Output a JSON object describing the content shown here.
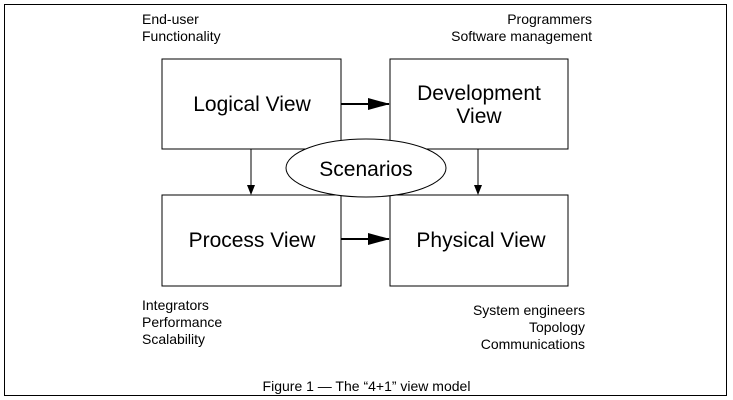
{
  "views": {
    "logical": "Logical View",
    "development_line1": "Development",
    "development_line2": "View",
    "process": "Process View",
    "physical": "Physical View",
    "scenarios": "Scenarios"
  },
  "annotations": {
    "logical": [
      "End-user",
      "Functionality"
    ],
    "development": [
      "Programmers",
      "Software management"
    ],
    "process": [
      "Integrators",
      "Performance",
      "Scalability"
    ],
    "physical": [
      "System engineers",
      "Topology",
      "Communications"
    ]
  },
  "caption": "Figure 1 — The “4+1” view model",
  "colors": {
    "stroke": "#000000",
    "background": "#ffffff"
  }
}
